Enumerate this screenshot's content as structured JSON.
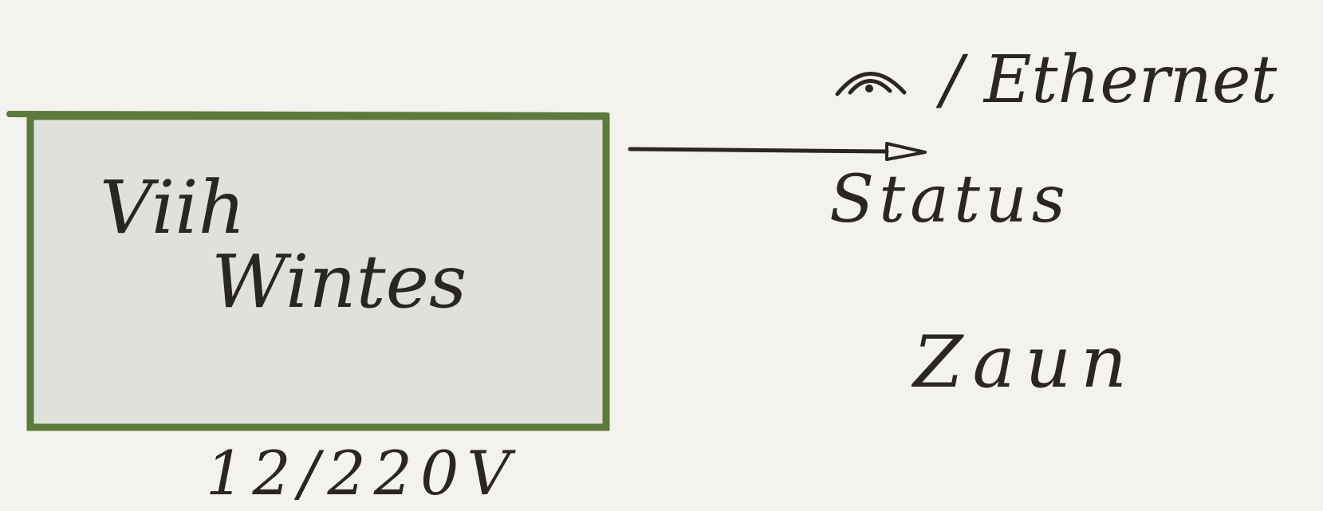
{
  "colors": {
    "paper": "#f3f2ee",
    "ink": "#2a2624",
    "box_fill": "#e0e1db",
    "box_stroke": "#5c7a3c"
  },
  "box": {
    "label_line1": "Viih",
    "label_line2": "Wintes"
  },
  "power_label": "12/220V",
  "status_label": "Status",
  "wifi_symbol": "wifi-icon",
  "network_label": "/ Ethernet",
  "fence_label": "Zaun"
}
